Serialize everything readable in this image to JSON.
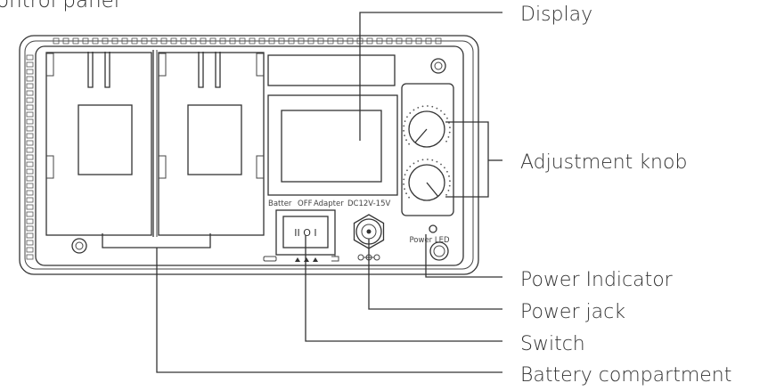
{
  "heading": "ontrol panel",
  "callouts": {
    "display": "Display",
    "adjustment_knob": "Adjustment knob",
    "power_indicator": "Power Indicator",
    "power_jack": "Power jack",
    "switch": "Switch",
    "battery_compartment": "Battery compartment"
  },
  "device_labels": {
    "switch_battery": "Batter",
    "switch_off": "OFF",
    "switch_adapter": "Adapter",
    "switch_symbol": "II O I",
    "dc_input": "DC12V-15V",
    "power_led": "Power LED"
  },
  "colors": {
    "line": "#333333",
    "background": "#ffffff"
  }
}
